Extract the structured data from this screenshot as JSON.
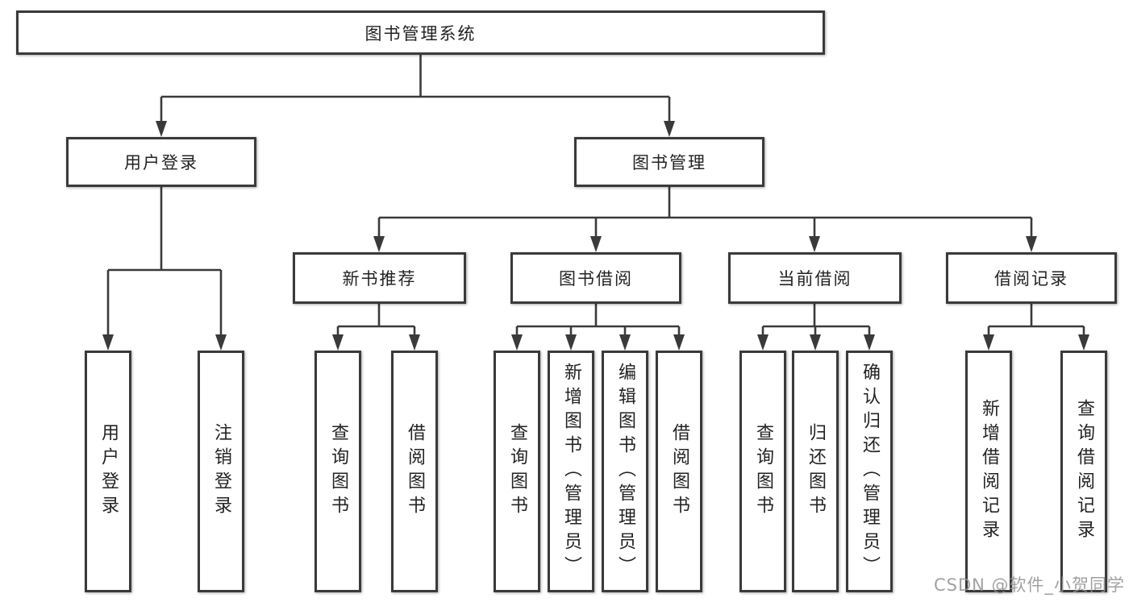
{
  "tree": {
    "label": "图书管理系统",
    "children": [
      {
        "label": "用户登录",
        "children": [
          {
            "label": "用户登录"
          },
          {
            "label": "注销登录"
          }
        ]
      },
      {
        "label": "图书管理",
        "children": [
          {
            "label": "新书推荐",
            "children": [
              {
                "label": "查询图书"
              },
              {
                "label": "借阅图书"
              }
            ]
          },
          {
            "label": "图书借阅",
            "children": [
              {
                "label": "查询图书"
              },
              {
                "label": "新增图书（管理员）"
              },
              {
                "label": "编辑图书（管理员）"
              },
              {
                "label": "借阅图书"
              }
            ]
          },
          {
            "label": "当前借阅",
            "children": [
              {
                "label": "查询图书"
              },
              {
                "label": "归还图书"
              },
              {
                "label": "确认归还（管理员）"
              }
            ]
          },
          {
            "label": "借阅记录",
            "children": [
              {
                "label": "新增借阅记录"
              },
              {
                "label": "查询借阅记录"
              }
            ]
          }
        ]
      }
    ]
  },
  "watermark": "CSDN @软件_小贺同学",
  "colors": {
    "line": "#3a3a3a",
    "box_border": "#3a3a3a",
    "text": "#232323",
    "watermark": "#949494",
    "background": "#ffffff"
  }
}
